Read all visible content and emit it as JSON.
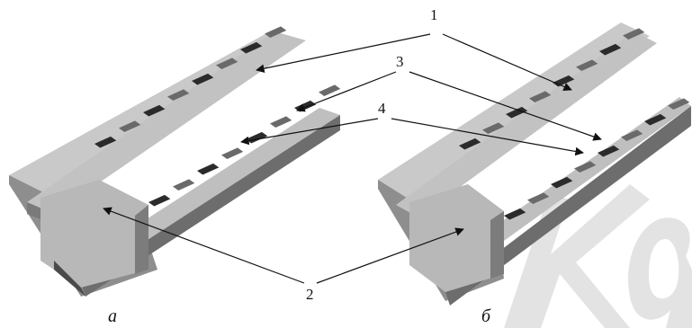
{
  "figure": {
    "callouts": [
      {
        "id": "1",
        "label": "1"
      },
      {
        "id": "2",
        "label": "2"
      },
      {
        "id": "3",
        "label": "3"
      },
      {
        "id": "4",
        "label": "4"
      }
    ],
    "captions": [
      {
        "id": "a",
        "label": "а"
      },
      {
        "id": "b",
        "label": "б"
      }
    ],
    "watermark": "Ka"
  },
  "colors": {
    "rail_top": "#c9c9c9",
    "rail_side": "#8e8e8e",
    "rail_dark": "#5e5e5e",
    "cap_dark": "#2b2b2b",
    "cap_mid": "#6a6a6a",
    "block": "#b8b8b8",
    "block_shade": "#7c7c7c",
    "watermark": "#e0e0e0"
  }
}
